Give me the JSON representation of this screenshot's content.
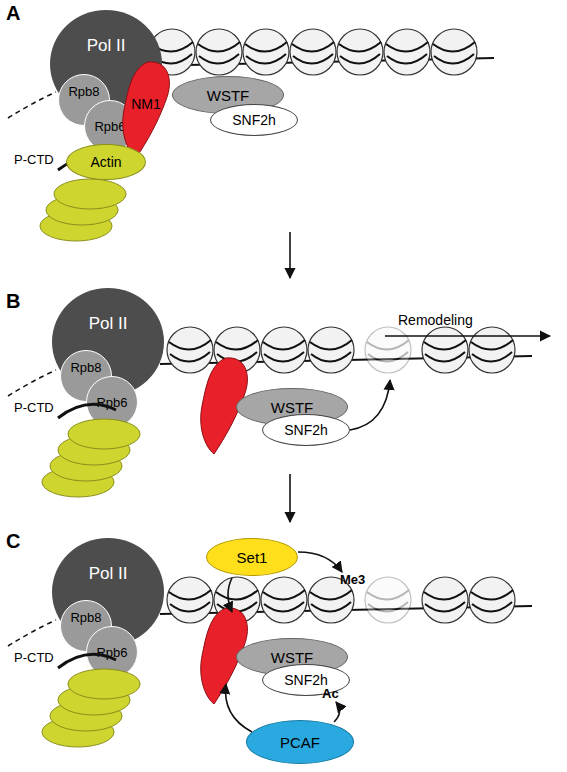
{
  "diagram": {
    "nodes": [
      {
        "text": [
          "Pol II"
        ]
      },
      {
        "text": [
          "Rpb8"
        ]
      },
      {
        "text": [
          "Rpb6"
        ]
      },
      {
        "text": [
          "NM1"
        ]
      },
      {
        "text": [
          "WSTF"
        ]
      },
      {
        "text": [
          "SNF2h"
        ]
      },
      {
        "text": [
          "Actin"
        ]
      },
      {
        "text": [
          "Pol II"
        ]
      },
      {
        "text": [
          "Rpb8"
        ]
      },
      {
        "text": [
          "Rpb6"
        ]
      },
      {
        "text": [
          "WSTF"
        ]
      },
      {
        "text": [
          "SNF2h"
        ]
      },
      {
        "text": [
          "Pol II"
        ]
      },
      {
        "text": [
          "Rpb8"
        ]
      },
      {
        "text": [
          "Rpb6"
        ]
      },
      {
        "text": [
          "Set1"
        ]
      },
      {
        "text": [
          "WSTF"
        ]
      },
      {
        "text": [
          "SNF2h"
        ]
      },
      {
        "text": [
          "PCAF"
        ]
      }
    ],
    "labels": [
      "A",
      "P-CTD",
      "B",
      "Remodeling",
      "P-CTD",
      "C",
      "Me3",
      "Ac",
      "P-CTD"
    ]
  }
}
